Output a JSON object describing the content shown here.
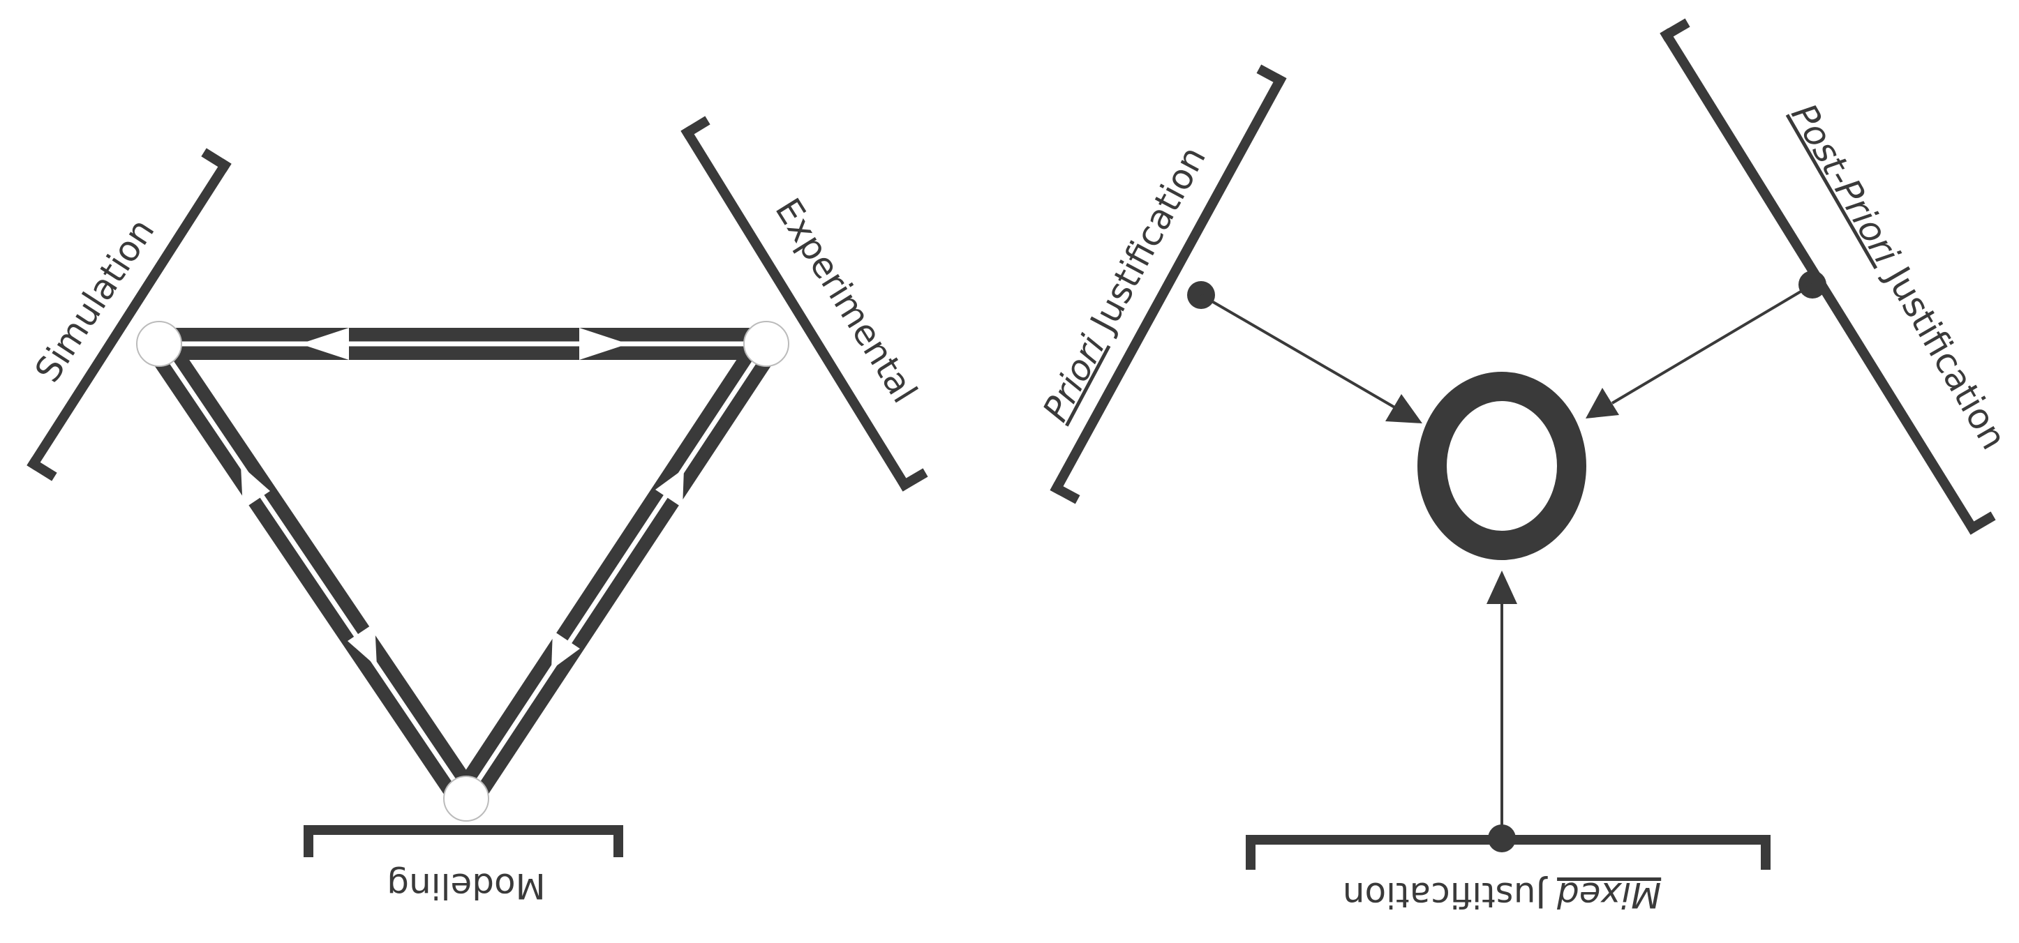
{
  "colors": {
    "ink": "#3a3a3a",
    "background": "#ffffff"
  },
  "left_diagram": {
    "nodes": {
      "simulation": "Simulation",
      "experimental": "Experimental",
      "modeling": "Modeling"
    }
  },
  "right_diagram": {
    "priori": {
      "italic": "Priori",
      "rest": " Justification"
    },
    "post_priori": {
      "italic": "Post-Priori",
      "rest": " Justification"
    },
    "mixed": {
      "italic": "Mixed",
      "rest": " Justification"
    }
  }
}
